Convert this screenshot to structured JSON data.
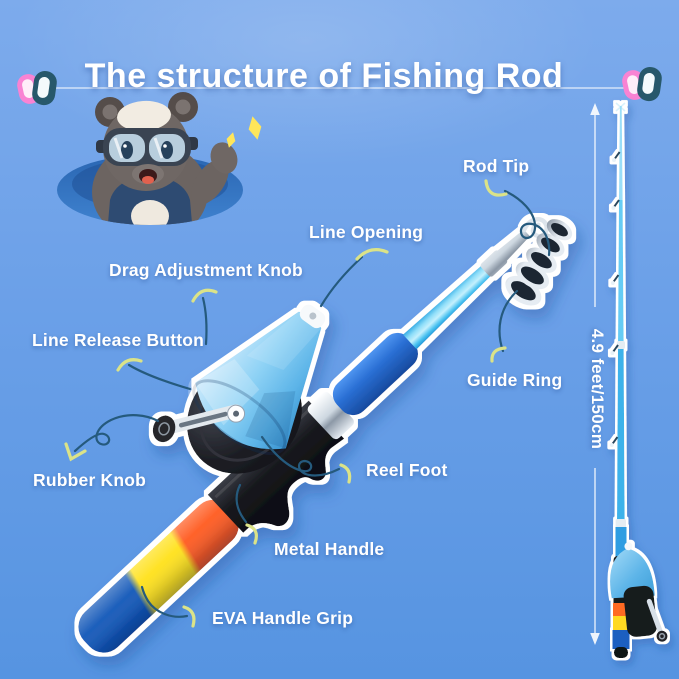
{
  "title": "The structure of Fishing Rod",
  "labels": {
    "rod_tip": "Rod Tip",
    "line_opening": "Line Opening",
    "drag_adjustment_knob": "Drag Adjustment Knob",
    "line_release_button": "Line Release Button",
    "guide_ring": "Guide Ring",
    "rubber_knob": "Rubber Knob",
    "reel_foot": "Reel Foot",
    "metal_handle": "Metal Handle",
    "eva_handle_grip": "EVA Handle Grip"
  },
  "measurement": {
    "length_label": "4.9 feet/150cm"
  },
  "mascot": {
    "name": "bear-with-goggles-waving-from-hole"
  },
  "colors": {
    "background_top": "#7dabec",
    "background_bottom": "#5694e1",
    "title_text": "#ffffff",
    "label_text": "#ffffff",
    "leader_line": "#255a7d",
    "leader_accent": "#dbe388",
    "rod_blank_cyan": "#49c0f0",
    "foregrip_blue": "#2b6ed0",
    "reel_cone_blue": "#7cc8f2",
    "grip_stripe_blue": "#1257b8",
    "grip_stripe_yellow": "#ffe11a",
    "grip_stripe_orange": "#ff5a1f",
    "hardware_silver": "#d9e2ea",
    "seat_black": "#1a1b20",
    "bead_pink": "#f983d3",
    "bead_teal": "#27586b"
  }
}
